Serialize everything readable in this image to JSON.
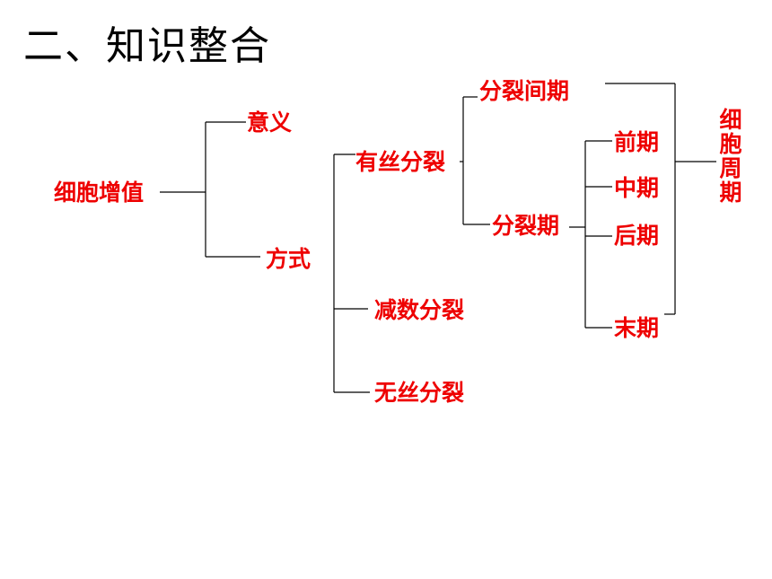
{
  "title": "二、知识整合",
  "colors": {
    "text": "#ee0000",
    "line": "#000000",
    "title": "#000000"
  },
  "nodes": {
    "root": "细胞增值",
    "meaning": "意义",
    "method": "方式",
    "mitosis": "有丝分裂",
    "meiosis": "减数分裂",
    "amitosis": "无丝分裂",
    "interphase": "分裂间期",
    "division_phase": "分裂期",
    "prophase": "前期",
    "metaphase": "中期",
    "anaphase": "后期",
    "telophase": "末期",
    "cell_cycle": [
      "细",
      "胞",
      "周",
      "期"
    ]
  }
}
